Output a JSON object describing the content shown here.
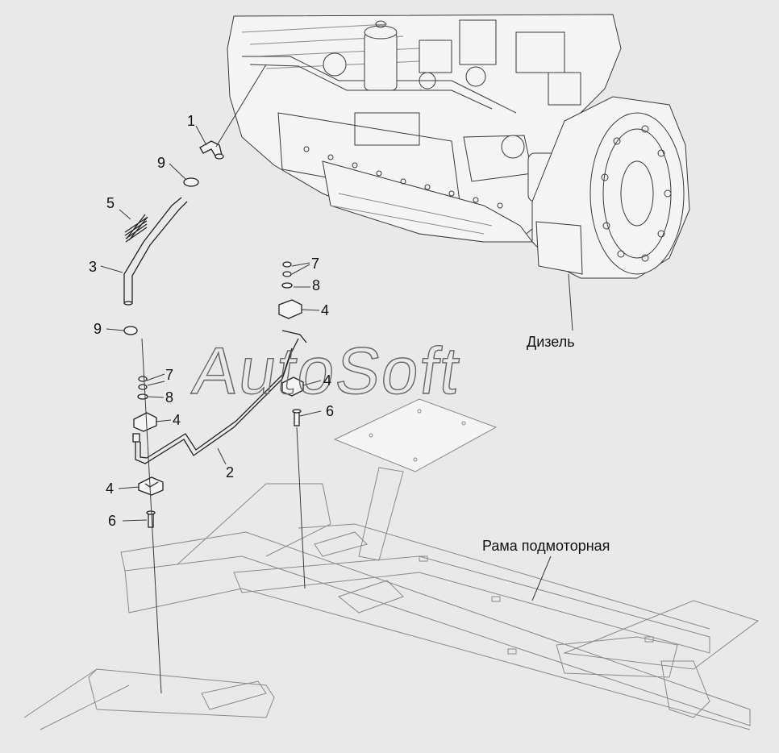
{
  "diagram": {
    "watermark": "AutoSoft",
    "part_labels": {
      "p1": "1",
      "p9a": "9",
      "p5": "5",
      "p3": "3",
      "p9b": "9",
      "p7a": "7",
      "p8a": "8",
      "p4a": "4",
      "p4b": "4",
      "p6a": "6",
      "p7b": "7",
      "p8b": "8",
      "p4c": "4",
      "p2": "2",
      "p4d": "4",
      "p6b": "6"
    },
    "callouts": {
      "engine": "Дизель",
      "frame": "Рама подмоторная"
    }
  }
}
